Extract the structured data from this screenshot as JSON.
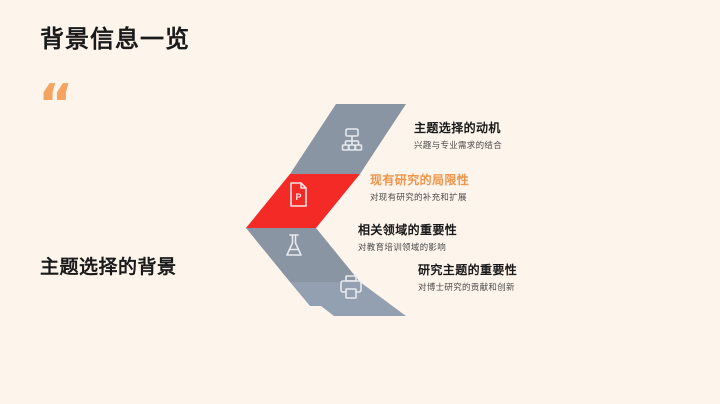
{
  "slide": {
    "title": "背景信息一览",
    "quote_mark": "“",
    "left_subtitle": "主题选择的背景",
    "background_color": "#fdf4ec",
    "accent_color": "#f0954a",
    "highlight_color": "#f42a26"
  },
  "chevron": {
    "bands": [
      {
        "icon": "org-chart-icon",
        "color": "#8a95a3"
      },
      {
        "icon": "ppt-document-icon",
        "color": "#f42a26"
      },
      {
        "icon": "flask-icon",
        "color": "#8a95a3"
      },
      {
        "icon": "printer-icon",
        "color": "#93a0b1"
      }
    ]
  },
  "items": [
    {
      "heading": "主题选择的动机",
      "sub": "兴趣与专业需求的结合",
      "highlighted": false
    },
    {
      "heading": "现有研究的局限性",
      "sub": "对现有研究的补充和扩展",
      "highlighted": true
    },
    {
      "heading": "相关领域的重要性",
      "sub": "对教育培训领域的影响",
      "highlighted": false
    },
    {
      "heading": "研究主题的重要性",
      "sub": "对博士研究的贡献和创新",
      "highlighted": false
    }
  ]
}
